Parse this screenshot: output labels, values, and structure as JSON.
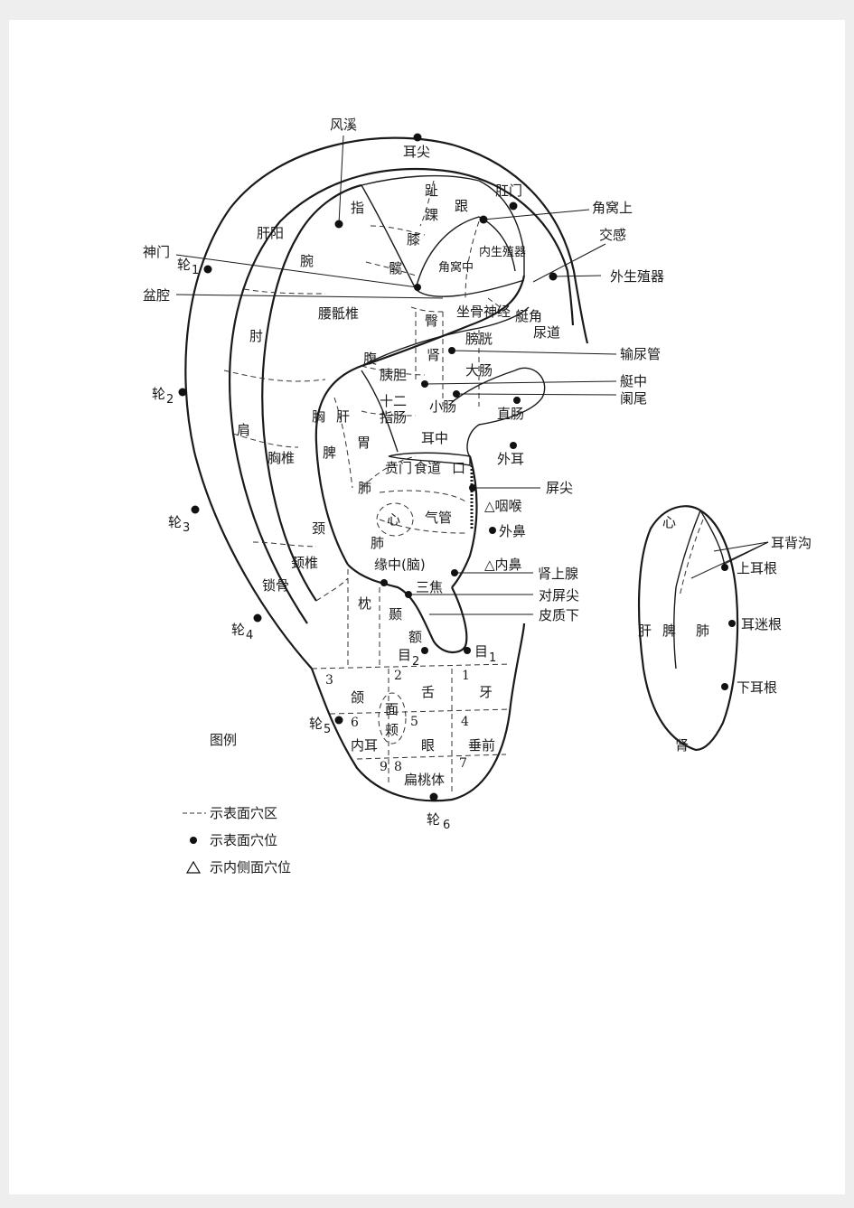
{
  "main_labels": {
    "feng_xi": "风溪",
    "er_jian": "耳尖",
    "gang_men": "肛门",
    "jiao_wo_shang": "角窝上",
    "jiao_gan": "交感",
    "wai_sheng_zhi_qi": "外生殖器",
    "shen_men": "神门",
    "pen_qiang": "盆腔",
    "gan_yang": "肝阳",
    "zhi_finger": "指",
    "zhi_toe": "趾",
    "gen": "跟",
    "huai": "踝",
    "xi": "膝",
    "kuan": "髋",
    "wan": "腕",
    "jiao_wo_zhong": "角窝中",
    "nei_sheng_zhi_qi": "内生殖器",
    "yao_di_zhui": "腰骶椎",
    "tun": "臀",
    "zuo_gu_shen_jing": "坐骨神经",
    "ting_jiao": "艇角",
    "niao_dao": "尿道",
    "zhou": "肘",
    "fu": "腹",
    "shen": "肾",
    "pang_guang": "膀胱",
    "shu_niao_guan": "输尿管",
    "yi_dan": "胰胆",
    "da_chang": "大肠",
    "ting_zhong": "艇中",
    "shi_er": "十二",
    "zhi_chang_duo": "指肠",
    "xiao_chang": "小肠",
    "lan_wei": "阑尾",
    "zhi_chang": "直肠",
    "jian": "肩",
    "xiong": "胸",
    "gan": "肝",
    "wei": "胃",
    "er_zhong": "耳中",
    "pi": "脾",
    "xiong_zhui": "胸椎",
    "ben_men": "贲门",
    "shi_dao": "食道",
    "kou": "口",
    "wai_er": "外耳",
    "fei": "肺",
    "ping_jian": "屏尖",
    "xin": "心",
    "qi_guan": "气管",
    "yan_hou": "△咽喉",
    "wai_bi": "外鼻",
    "jing": "颈",
    "fei2": "肺",
    "nei_bi": "△内鼻",
    "jing_zhui": "颈椎",
    "yuan_zhong": "缘中(脑)",
    "shen_shang_xian": "肾上腺",
    "san_jiao": "三焦",
    "dui_ping_jian": "对屏尖",
    "suo_gu": "锁骨",
    "zhen": "枕",
    "nie": "颞",
    "pi_zhi_xia": "皮质下",
    "e": "额",
    "mu2": "目",
    "mu2_sub": "2",
    "mu1": "目",
    "mu1_sub": "1"
  },
  "helix_points": {
    "lun": "轮",
    "subs": [
      "1",
      "2",
      "3",
      "4",
      "5",
      "6"
    ]
  },
  "lobe": {
    "numbers": [
      "1",
      "2",
      "3",
      "4",
      "5",
      "6",
      "7",
      "8",
      "9"
    ],
    "ya": "牙",
    "she": "舌",
    "han": "颌",
    "mian_jia": "面\n颊",
    "mian": "面",
    "jia": "颊",
    "nei_er": "内耳",
    "yan": "眼",
    "chui_qian": "垂前",
    "bian_tao_ti": "扁桃体"
  },
  "legend": {
    "title": "图例",
    "items": [
      "示表面穴区",
      "示表面穴位",
      "示内侧面穴位"
    ]
  },
  "back_view": {
    "xin": "心",
    "gan": "肝",
    "pi": "脾",
    "fei": "肺",
    "shen": "肾",
    "er_bei_gou": "耳背沟",
    "shang_er_gen": "上耳根",
    "er_mi_gen": "耳迷根",
    "xia_er_gen": "下耳根"
  }
}
